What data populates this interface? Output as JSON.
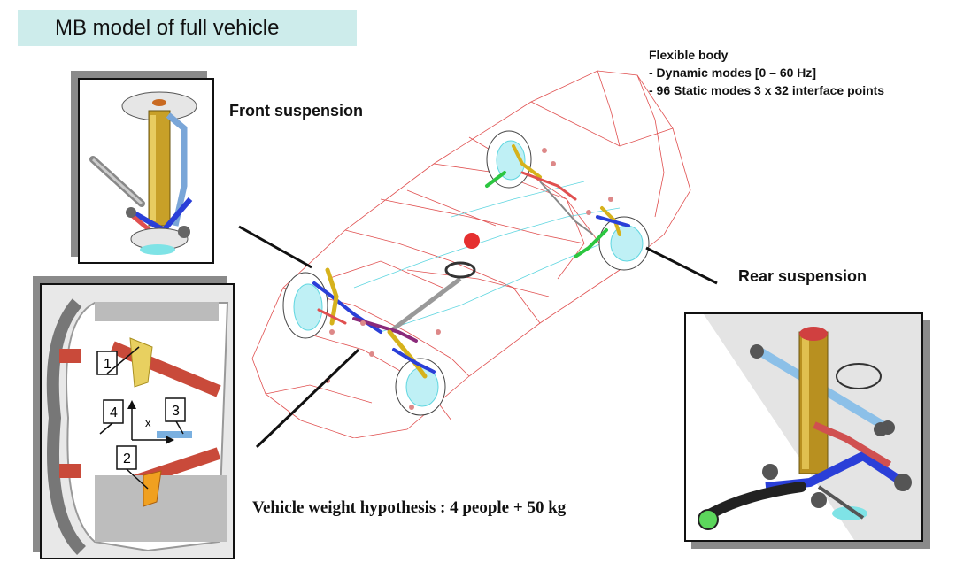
{
  "title": "MB model of full vehicle",
  "flexible_body": {
    "heading": "Flexible body",
    "lines": [
      "- Dynamic modes [0 – 60 Hz]",
      "- 96 Static modes 3 x 32 interface points"
    ]
  },
  "labels": {
    "front_suspension": "Front suspension",
    "rear_suspension": "Rear suspension",
    "weight_hypothesis": "Vehicle weight hypothesis : 4 people  + 50 kg"
  },
  "mount_panel": {
    "markers": [
      "1",
      "2",
      "3",
      "4"
    ],
    "axis_label": "x"
  }
}
